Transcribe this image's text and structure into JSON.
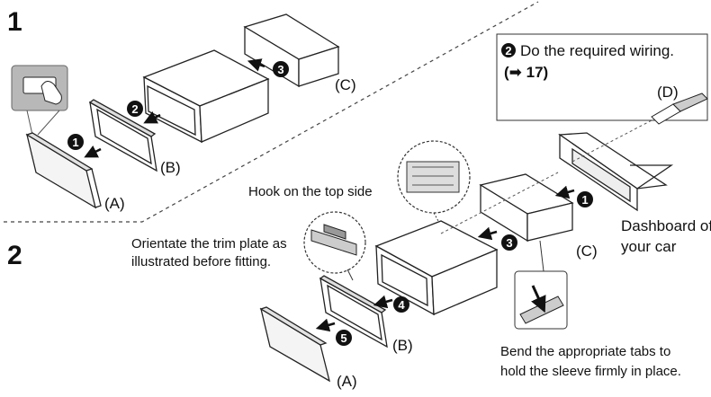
{
  "step1": {
    "number": "1",
    "labels": {
      "a": "(A)",
      "b": "(B)",
      "c": "(C)"
    },
    "markers": [
      "1",
      "2",
      "3"
    ]
  },
  "step2": {
    "number": "2",
    "labels": {
      "a": "(A)",
      "b": "(B)",
      "c": "(C)",
      "d": "(D)"
    },
    "markers": [
      "1",
      "2",
      "3",
      "4",
      "5"
    ],
    "wiring_marker": "2",
    "wiring_text": "Do the required wiring.",
    "wiring_ref": "(➡ 17)",
    "hook_text": "Hook on the top side",
    "orient_line1": "Orientate the trim plate as",
    "orient_line2": "illustrated before fitting.",
    "dashboard_line1": "Dashboard of",
    "dashboard_line2": "your car",
    "bend_line1": "Bend the appropriate tabs to",
    "bend_line2": "hold the sleeve firmly in place."
  },
  "colors": {
    "line": "#1a1a1a",
    "marker": "#111111",
    "hand_panel": "#b8b8b8"
  }
}
